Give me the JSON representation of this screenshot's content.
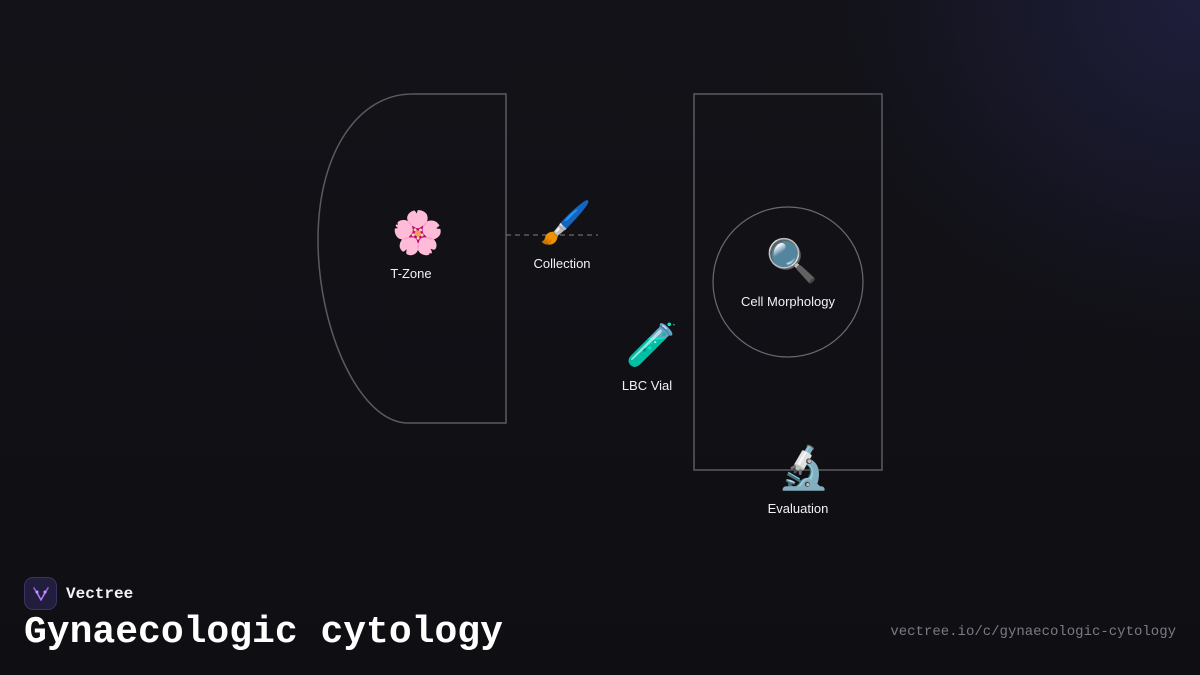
{
  "brand": {
    "name": "Vectree",
    "logo_icon": "vectree-logo-icon",
    "logo_color": "#9b59e6"
  },
  "page": {
    "title": "Gynaecologic cytology",
    "url": "vectree.io/c/gynaecologic-cytology"
  },
  "diagram": {
    "nodes": {
      "tzone": {
        "label": "T-Zone",
        "icon": "🌸",
        "icon_name": "cherry-blossom-icon"
      },
      "collection": {
        "label": "Collection",
        "icon": "🖌️",
        "icon_name": "paintbrush-icon"
      },
      "lbc_vial": {
        "label": "LBC Vial",
        "icon": "🧪",
        "icon_name": "test-tube-icon"
      },
      "cell_morphology": {
        "label": "Cell Morphology",
        "icon": "🔍",
        "icon_name": "magnifying-glass-icon"
      },
      "evaluation": {
        "label": "Evaluation",
        "icon": "🔬",
        "icon_name": "microscope-icon"
      }
    },
    "colors": {
      "outline": "#5a5a62",
      "background": "#111116",
      "text": "#f2f2f5",
      "muted": "#7a7a85"
    }
  }
}
